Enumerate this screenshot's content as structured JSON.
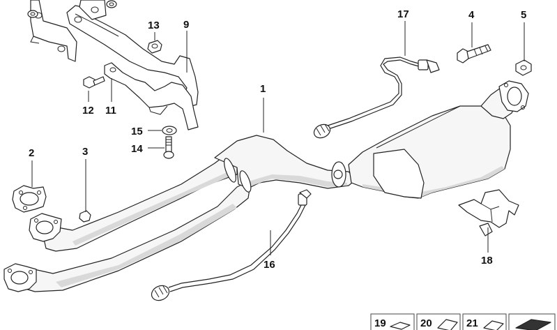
{
  "callouts": {
    "c1": "1",
    "c2": "2",
    "c3": "3",
    "c4": "4",
    "c5": "5",
    "c9": "9",
    "c11": "11",
    "c12": "12",
    "c13": "13",
    "c14": "14",
    "c15": "15",
    "c16": "16",
    "c17": "17",
    "c18": "18",
    "c19": "19",
    "c20": "20",
    "c21": "21"
  }
}
